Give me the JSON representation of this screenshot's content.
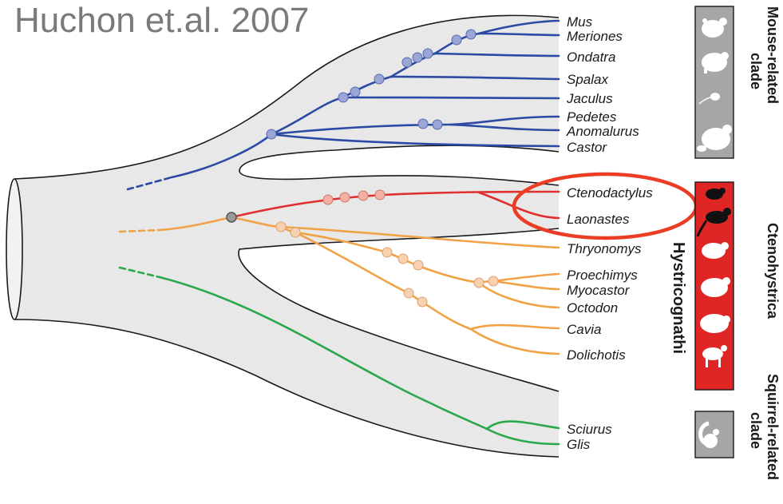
{
  "title": "Huchon et.al. 2007",
  "colors": {
    "mouse": "#2b4aa4",
    "hystricognath": "#f2a246",
    "ctenodactyl": "#e02f2f",
    "squirrel": "#2aa84a",
    "envelope": "#e8e8e8",
    "highlight": "#ea3d24",
    "ctenohystrica_box": "#e02525",
    "clade_box": "#a6a6a6"
  },
  "taxa": {
    "mouse_related": [
      "Mus",
      "Meriones",
      "Ondatra",
      "Spalax",
      "Jaculus",
      "Pedetes",
      "Anomalurus",
      "Castor"
    ],
    "ctenodactyls": [
      "Ctenodactylus",
      "Laonastes"
    ],
    "hystricognaths": [
      "Thryonomys",
      "Proechimys",
      "Myocastor",
      "Octodon",
      "Cavia",
      "Dolichotis"
    ],
    "squirrel_related": [
      "Sciurus",
      "Glis"
    ]
  },
  "groups": {
    "mouse_line1": "Mouse-related",
    "mouse_line2": "clade",
    "ctenohystrica": "Ctenohystrica",
    "hystricognathi": "Hystricognathi",
    "squirrel_line1": "Squirrel-related",
    "squirrel_line2": "clade"
  },
  "highlighted_taxa": [
    "Ctenodactylus",
    "Laonastes"
  ],
  "icons": {
    "mouse_clade": [
      "hamster-silhouette-icon",
      "rat-silhouette-icon",
      "jerboa-silhouette-icon",
      "beaver-silhouette-icon"
    ],
    "ctenohystrica": [
      "gundi-silhouette-icon",
      "laotian-rock-rat-silhouette-icon",
      "cane-rat-silhouette-icon",
      "coypu-silhouette-icon",
      "guinea-pig-silhouette-icon",
      "mara-silhouette-icon"
    ],
    "squirrel_clade": [
      "squirrel-silhouette-icon"
    ]
  }
}
